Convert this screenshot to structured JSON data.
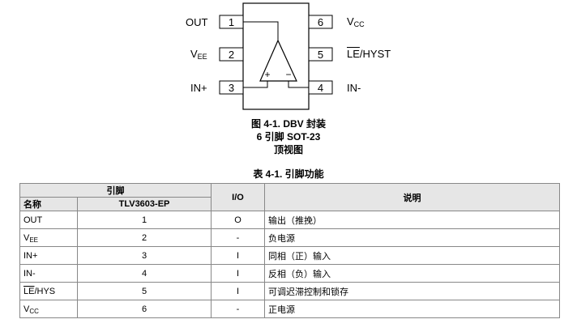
{
  "diagram": {
    "pins_left": [
      {
        "num": "1",
        "name": "OUT",
        "sub": ""
      },
      {
        "num": "2",
        "name": "V",
        "sub": "EE"
      },
      {
        "num": "3",
        "name": "IN+",
        "sub": ""
      }
    ],
    "pins_right": [
      {
        "num": "6",
        "name": "V",
        "sub": "CC"
      },
      {
        "num": "5",
        "name_over": "LE",
        "name_rest": "/HYST"
      },
      {
        "num": "4",
        "name": "IN-",
        "sub": ""
      }
    ],
    "plus_sign": "+",
    "minus_sign": "−"
  },
  "figure_caption": {
    "line1": "图 4-1. DBV 封装",
    "line2": "6 引脚 SOT-23",
    "line3": "顶视图"
  },
  "table": {
    "title": "表 4-1. 引脚功能",
    "headers": {
      "group": "引脚",
      "name": "名称",
      "part": "TLV3603-EP",
      "io": "I/O",
      "desc": "说明"
    },
    "rows": [
      {
        "name": "OUT",
        "sub": "",
        "pin": "1",
        "io": "O",
        "desc": "输出（推挽）"
      },
      {
        "name": "V",
        "sub": "EE",
        "pin": "2",
        "io": "-",
        "desc": "负电源"
      },
      {
        "name": "IN+",
        "sub": "",
        "pin": "3",
        "io": "I",
        "desc": "同相（正）输入"
      },
      {
        "name": "IN-",
        "sub": "",
        "pin": "4",
        "io": "I",
        "desc": "反相（负）输入"
      },
      {
        "name_over": "LE",
        "name_rest": "/HYS",
        "pin": "5",
        "io": "I",
        "desc": "可调迟滞控制和锁存"
      },
      {
        "name": "V",
        "sub": "CC",
        "pin": "6",
        "io": "-",
        "desc": "正电源"
      }
    ]
  }
}
